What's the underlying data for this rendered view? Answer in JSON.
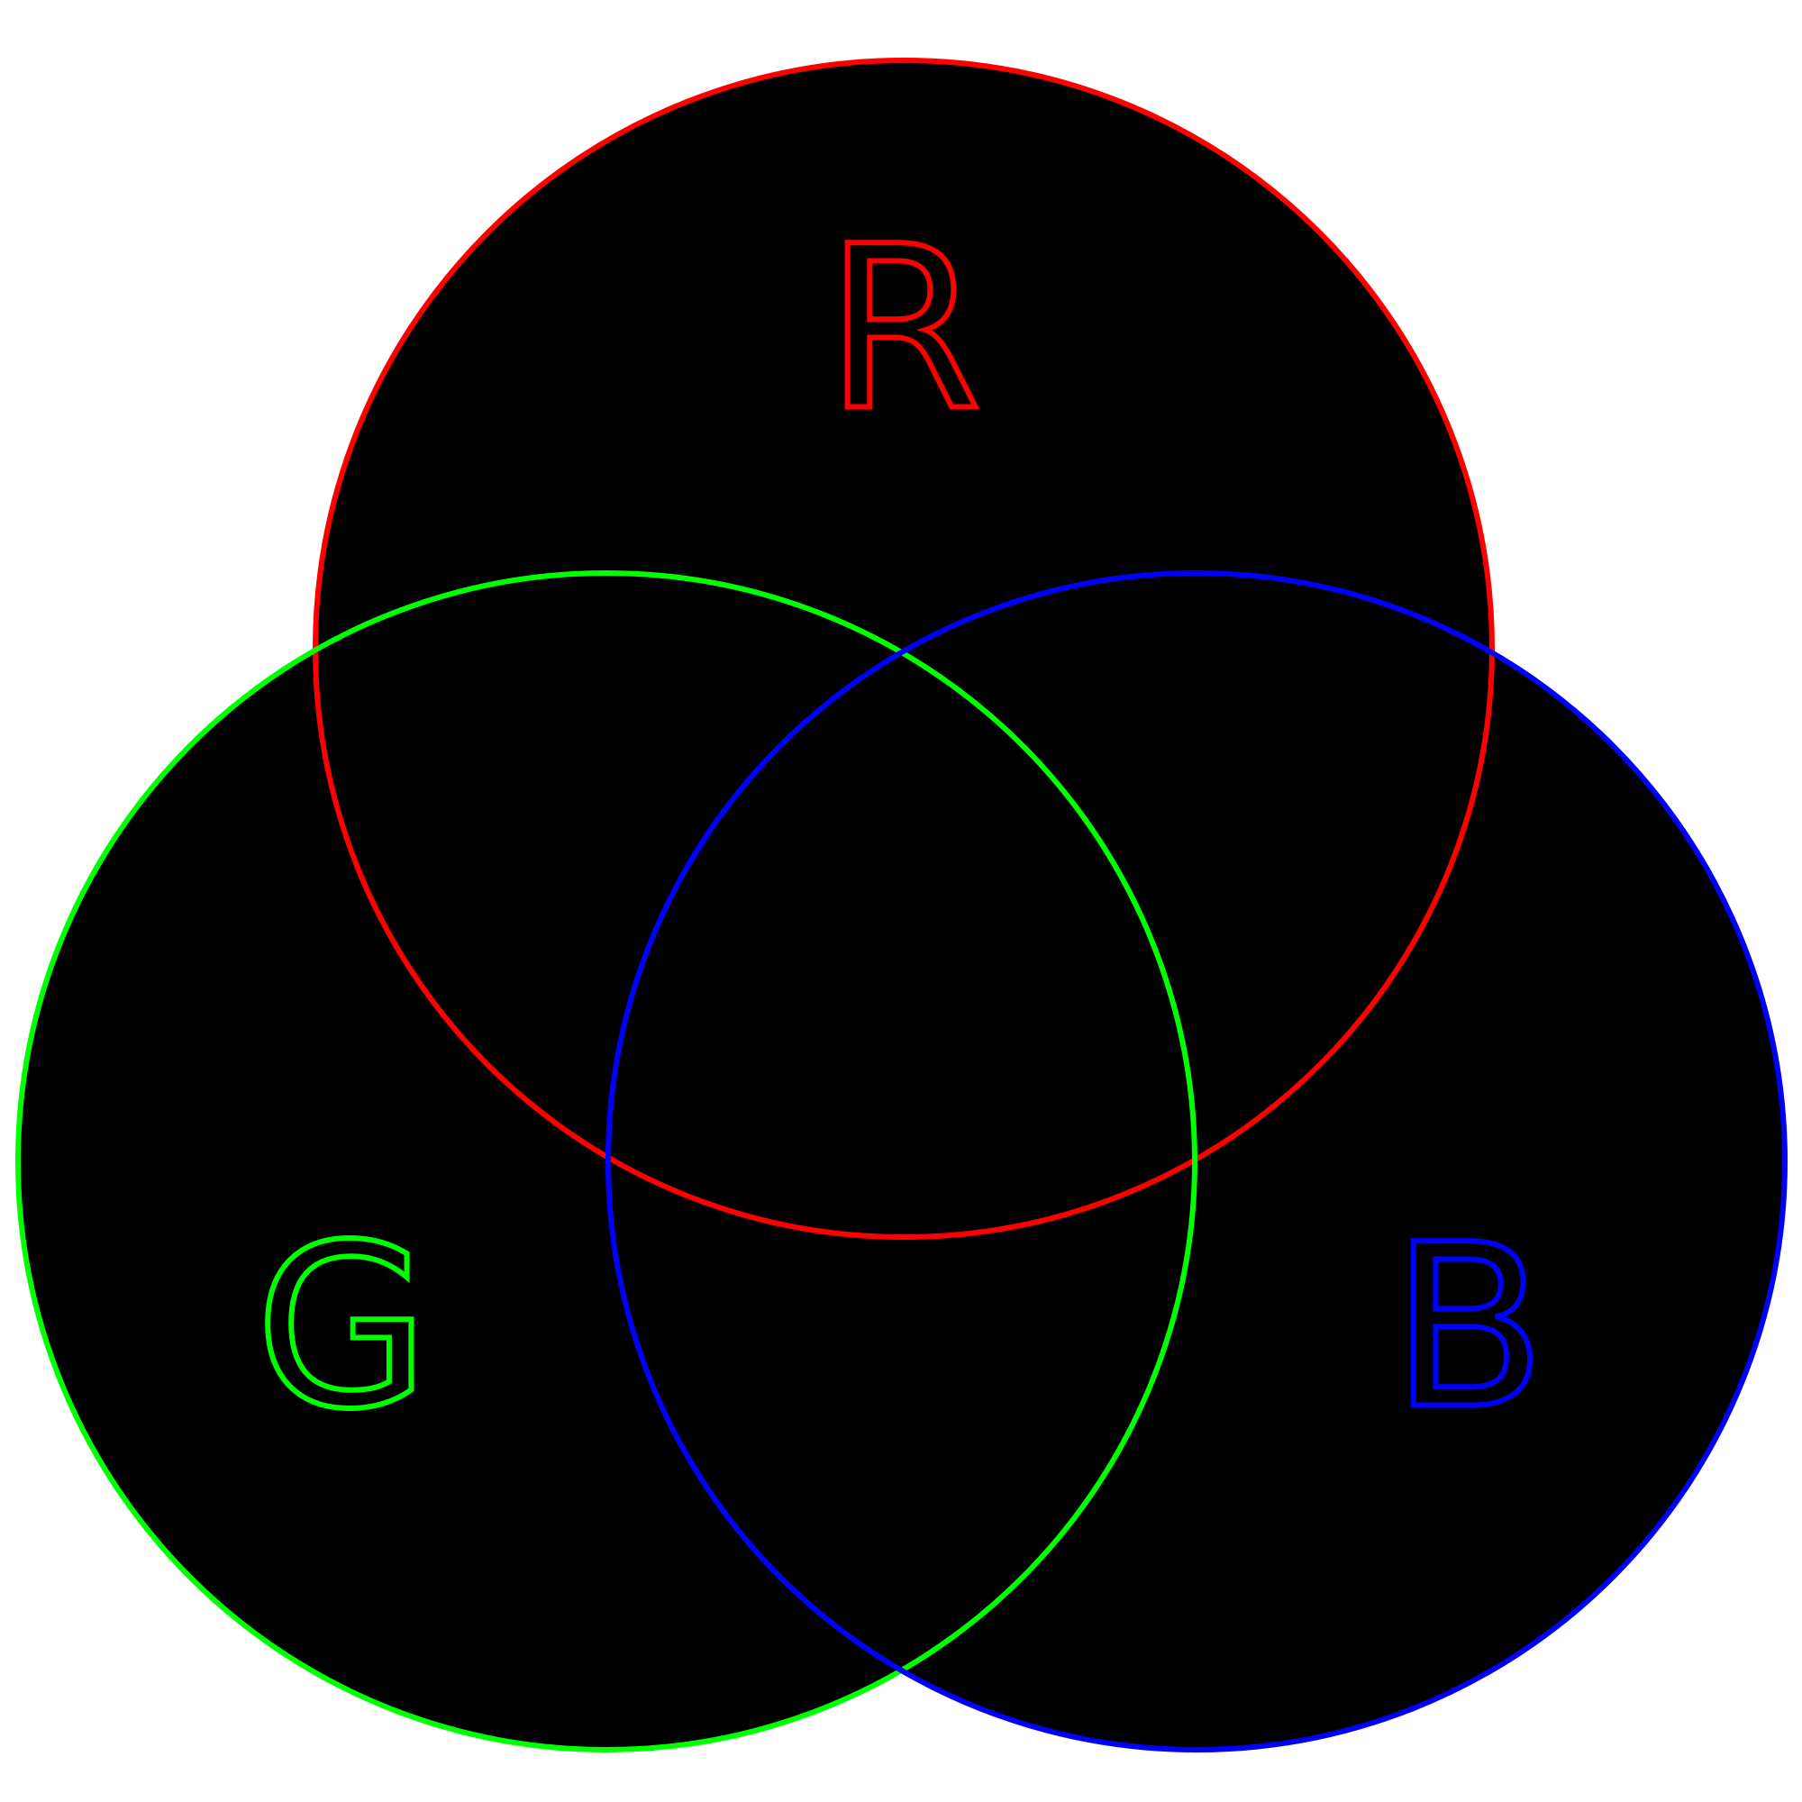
{
  "diagram": {
    "type": "venn",
    "background_color": "#ffffff",
    "fill_color": "#000000",
    "circles": [
      {
        "id": "red",
        "label": "R",
        "color": "#ff0000"
      },
      {
        "id": "green",
        "label": "G",
        "color": "#00ff00"
      },
      {
        "id": "blue",
        "label": "B",
        "color": "#0000ff"
      }
    ]
  }
}
